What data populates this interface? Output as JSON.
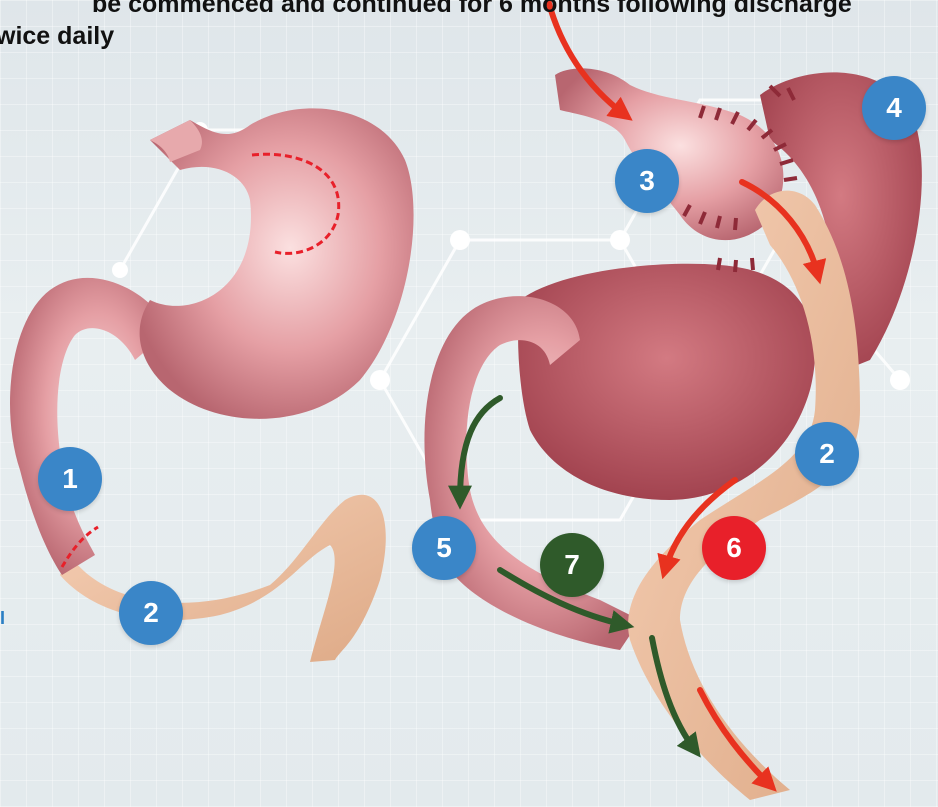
{
  "header": {
    "line1": "be commenced and continued for 6 months following discharge",
    "line2": "wice daily"
  },
  "side_fragment": "I",
  "badges": {
    "left_1": "1",
    "left_2": "2",
    "right_3": "3",
    "right_4": "4",
    "right_2": "2",
    "right_5": "5",
    "right_6": "6",
    "right_7": "7"
  },
  "colors": {
    "badge_blue": "#3a86c8",
    "badge_red": "#e8202a",
    "badge_green": "#2f5a2a",
    "arrow_red": "#e8321f",
    "arrow_green": "#2f5a2a"
  },
  "icons": [
    "stomach-illustration",
    "pancreaticoduodenectomy-reconstruction-illustration"
  ]
}
